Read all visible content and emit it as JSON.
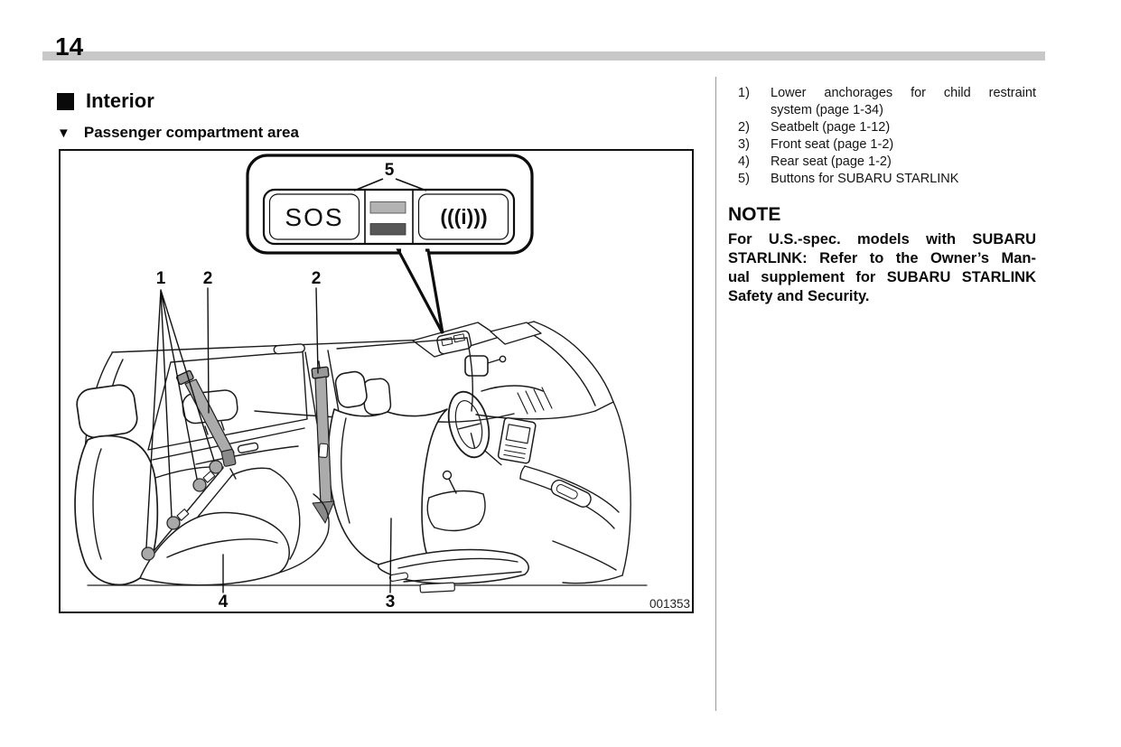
{
  "page": {
    "number": "14"
  },
  "section": {
    "title": "Interior",
    "subtitle": "Passenger compartment area"
  },
  "figure": {
    "code": "001353",
    "sos_label": "SOS",
    "info_icon": "(((i)))",
    "callouts": {
      "one": "1",
      "two_rear": "2",
      "two_front": "2",
      "three": "3",
      "four": "4",
      "five": "5"
    }
  },
  "legend": {
    "items": [
      {
        "num": "1)",
        "line1": "Lower anchorages for child restraint",
        "line2": "system (page 1-34)"
      },
      {
        "num": "2)",
        "line1": "Seatbelt (page 1-12)"
      },
      {
        "num": "3)",
        "line1": "Front seat (page 1-2)"
      },
      {
        "num": "4)",
        "line1": "Rear seat (page 1-2)"
      },
      {
        "num": "5)",
        "line1": "Buttons for SUBARU STARLINK"
      }
    ]
  },
  "note": {
    "heading": "NOTE",
    "lines": [
      "For U.S.-spec. models with SUBARU",
      "STARLINK: Refer to the Owner’s Man-",
      "ual supplement for SUBARU STARLINK",
      "Safety and Security."
    ]
  },
  "colors": {
    "rule_gray": "#c8c8c8",
    "divider_gray": "#9a9a9a",
    "belt_gray": "#ababab",
    "bar_light": "#b3b3b3",
    "bar_dark": "#575757",
    "anchor_dot": "#a9a9a9"
  }
}
